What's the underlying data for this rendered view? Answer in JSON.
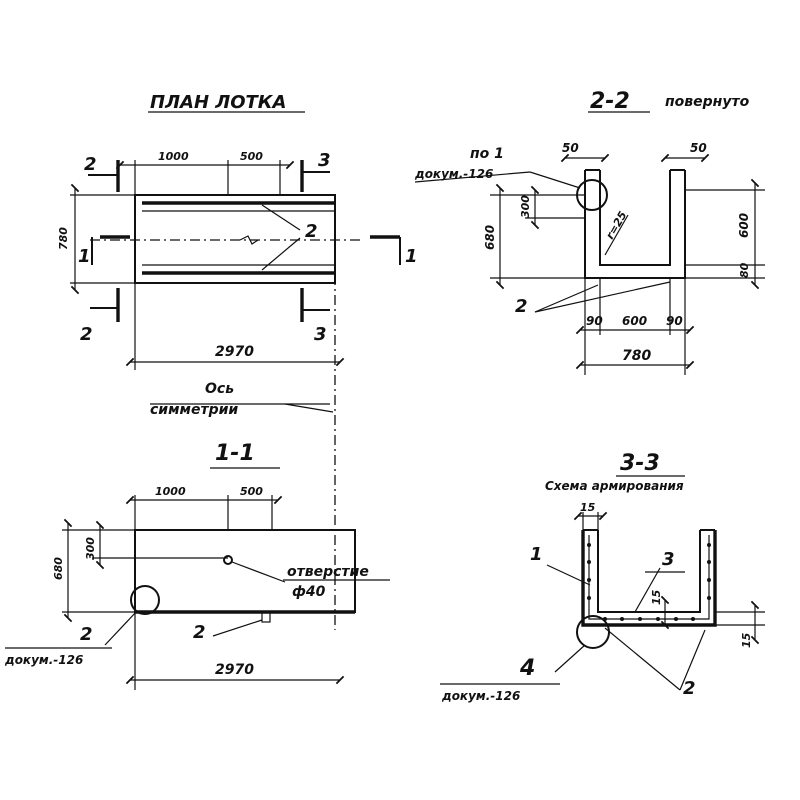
{
  "plan": {
    "title": "ПЛАН ЛОТКА",
    "section_2": "2",
    "section_3": "3",
    "section_1": "1",
    "dim_1000": "1000",
    "dim_500": "500",
    "dim_780": "780",
    "dim_2970": "2970",
    "callout_2": "2",
    "axis_label_1": "Ось",
    "axis_label_2": "симметрии"
  },
  "section_2_2": {
    "title": "2-2",
    "subtitle": "повернуто",
    "ref_1": "по 1",
    "ref_doc": "докум.-126",
    "dim_50_left": "50",
    "dim_50_right": "50",
    "dim_300": "300",
    "dim_680": "680",
    "dim_600": "600",
    "dim_80": "80",
    "radius": "r=25",
    "dim_90_left": "90",
    "dim_600_bottom": "600",
    "dim_90_right": "90",
    "dim_780": "780",
    "callout_2": "2"
  },
  "section_1_1": {
    "title": "1-1",
    "dim_1000": "1000",
    "dim_500": "500",
    "dim_300": "300",
    "dim_680": "680",
    "hole_label_1": "отверстие",
    "hole_label_2": "ф40",
    "callout_2a": "2",
    "callout_2b": "2",
    "ref_doc": "докум.-126",
    "dim_2970": "2970"
  },
  "section_3_3": {
    "title": "3-3",
    "subtitle": "Схема армирования",
    "dim_15": "15",
    "callout_1": "1",
    "callout_3": "3",
    "dim_15b": "15",
    "dim_15c": "15",
    "callout_4": "4",
    "ref_doc": "докум.-126",
    "callout_2": "2"
  }
}
